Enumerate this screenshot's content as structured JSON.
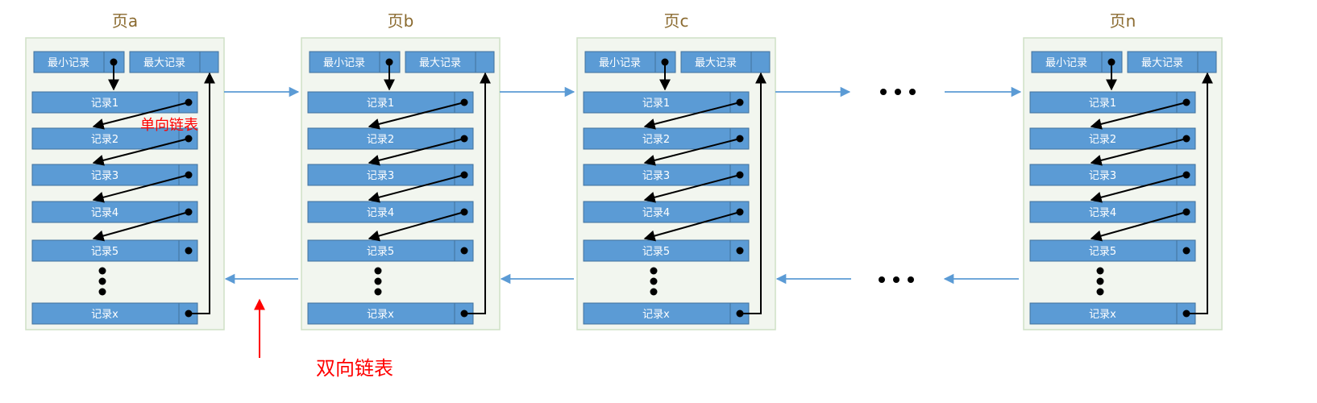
{
  "pages": [
    {
      "title": "页a",
      "min_label": "最小记录",
      "max_label": "最大记录",
      "records": [
        "记录1",
        "记录2",
        "记录3",
        "记录4",
        "记录5",
        "记录x"
      ]
    },
    {
      "title": "页b",
      "min_label": "最小记录",
      "max_label": "最大记录",
      "records": [
        "记录1",
        "记录2",
        "记录3",
        "记录4",
        "记录5",
        "记录x"
      ]
    },
    {
      "title": "页c",
      "min_label": "最小记录",
      "max_label": "最大记录",
      "records": [
        "记录1",
        "记录2",
        "记录3",
        "记录4",
        "记录5",
        "记录x"
      ]
    },
    {
      "title": "页n",
      "min_label": "最小记录",
      "max_label": "最大记录",
      "records": [
        "记录1",
        "记录2",
        "记录3",
        "记录4",
        "记录5",
        "记录x"
      ]
    }
  ],
  "annotations": {
    "singly_linked": "单向链表",
    "doubly_linked": "双向链表"
  },
  "colors": {
    "cell_fill": "#5b9bd5",
    "cell_stroke": "#41719c",
    "page_fill": "#f2f6ef",
    "page_stroke": "#cfe0c6",
    "link_arrow": "#5b9bd5",
    "annotation": "#ff0000"
  }
}
